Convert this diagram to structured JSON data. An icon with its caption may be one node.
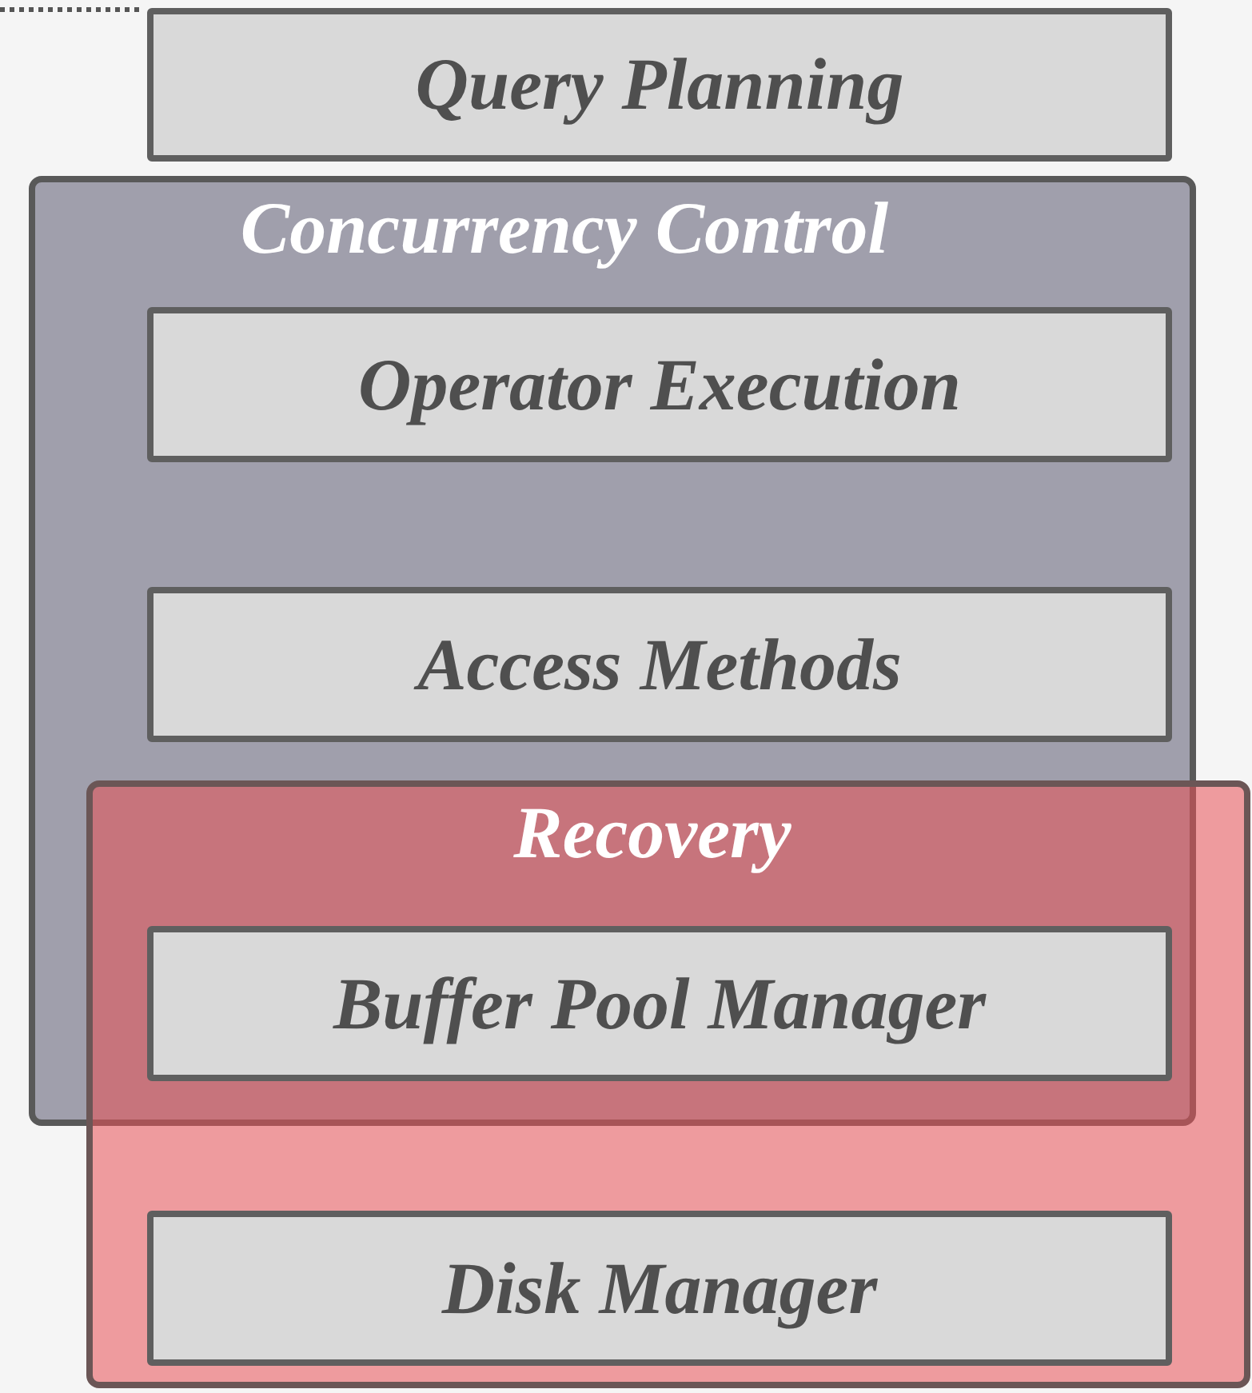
{
  "diagram": {
    "nodes": [
      {
        "text": [
          "Query Planning"
        ]
      },
      {
        "text": [
          "Concurrency Control"
        ]
      },
      {
        "text": [
          "Operator Execution"
        ],
        "in": 1
      },
      {
        "text": [
          "Access Methods"
        ],
        "in": 1
      },
      {
        "text": [
          "Recovery"
        ]
      },
      {
        "text": [
          "Buffer Pool Manager"
        ]
      },
      {
        "text": [
          "Disk Manager"
        ],
        "in": 4
      }
    ]
  }
}
